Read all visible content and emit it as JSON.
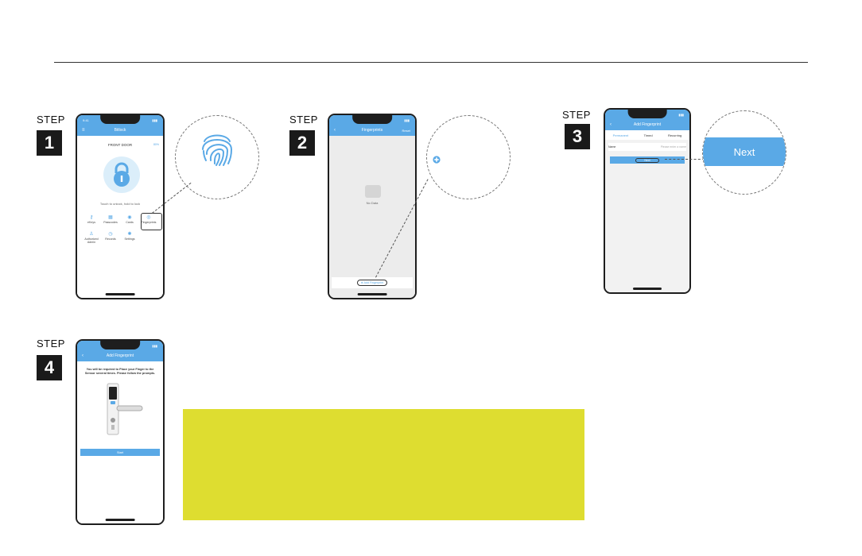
{
  "steps": [
    {
      "label": "STEP",
      "number": "1"
    },
    {
      "label": "STEP",
      "number": "2"
    },
    {
      "label": "STEP",
      "number": "3"
    },
    {
      "label": "STEP",
      "number": "4"
    }
  ],
  "colors": {
    "accent": "#5aa9e6",
    "note": "#dedd30"
  },
  "phone1": {
    "time": "9:41",
    "title": "Bitlock",
    "door_name": "FRONT DOOR",
    "battery": "80%",
    "hint": "Touch to unlock, hold to lock",
    "menu": [
      "eKeys",
      "Passcodes",
      "Cards",
      "Fingerprints",
      "Authorized Admin",
      "Records",
      "Settings"
    ]
  },
  "phone2": {
    "title": "Fingerprints",
    "right": "Reset",
    "empty_text": "No Data",
    "add_button": "Add Fingerprint"
  },
  "phone3": {
    "title": "Add Fingerprint",
    "tabs": [
      "Permanent",
      "Timed",
      "Recurring"
    ],
    "name_label": "Name",
    "name_placeholder": "Please enter a name",
    "next_button": "Next"
  },
  "phone4": {
    "title": "Add Fingerprint",
    "instruction": "You will be required to Place your Finger to the Sensor several times. Please follow the prompts.",
    "start_button": "Start"
  },
  "zoom_next_label": "Next"
}
